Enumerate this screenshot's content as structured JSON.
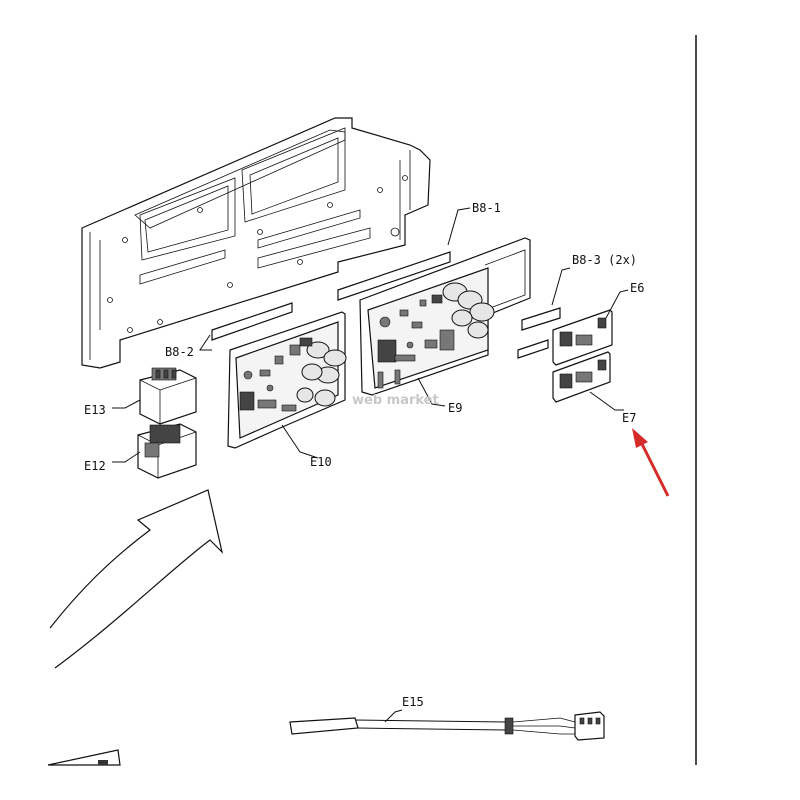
{
  "labels": {
    "b8_1": "B8-1",
    "b8_2": "B8-2",
    "b8_3": "B8-3 (2x)",
    "e6": "E6",
    "e7": "E7",
    "e9": "E9",
    "e10": "E10",
    "e12": "E12",
    "e13": "E13",
    "e15": "E15"
  },
  "watermark": "web market",
  "colors": {
    "arrow": "#d62b2b",
    "line": "#111111",
    "watermark": "#c8c8c8"
  }
}
